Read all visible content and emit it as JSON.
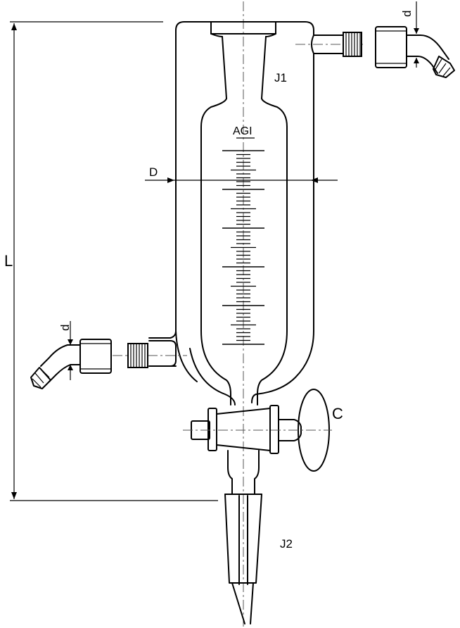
{
  "labels": {
    "length": "L",
    "diameter": "D",
    "joint_top": "J1",
    "joint_bottom": "J2",
    "stopcock": "C",
    "hose_dia_top": "d",
    "hose_dia_left": "d",
    "brand": "AGI"
  },
  "graduation": {
    "major_marks": 5,
    "minor_per_major": 9
  }
}
